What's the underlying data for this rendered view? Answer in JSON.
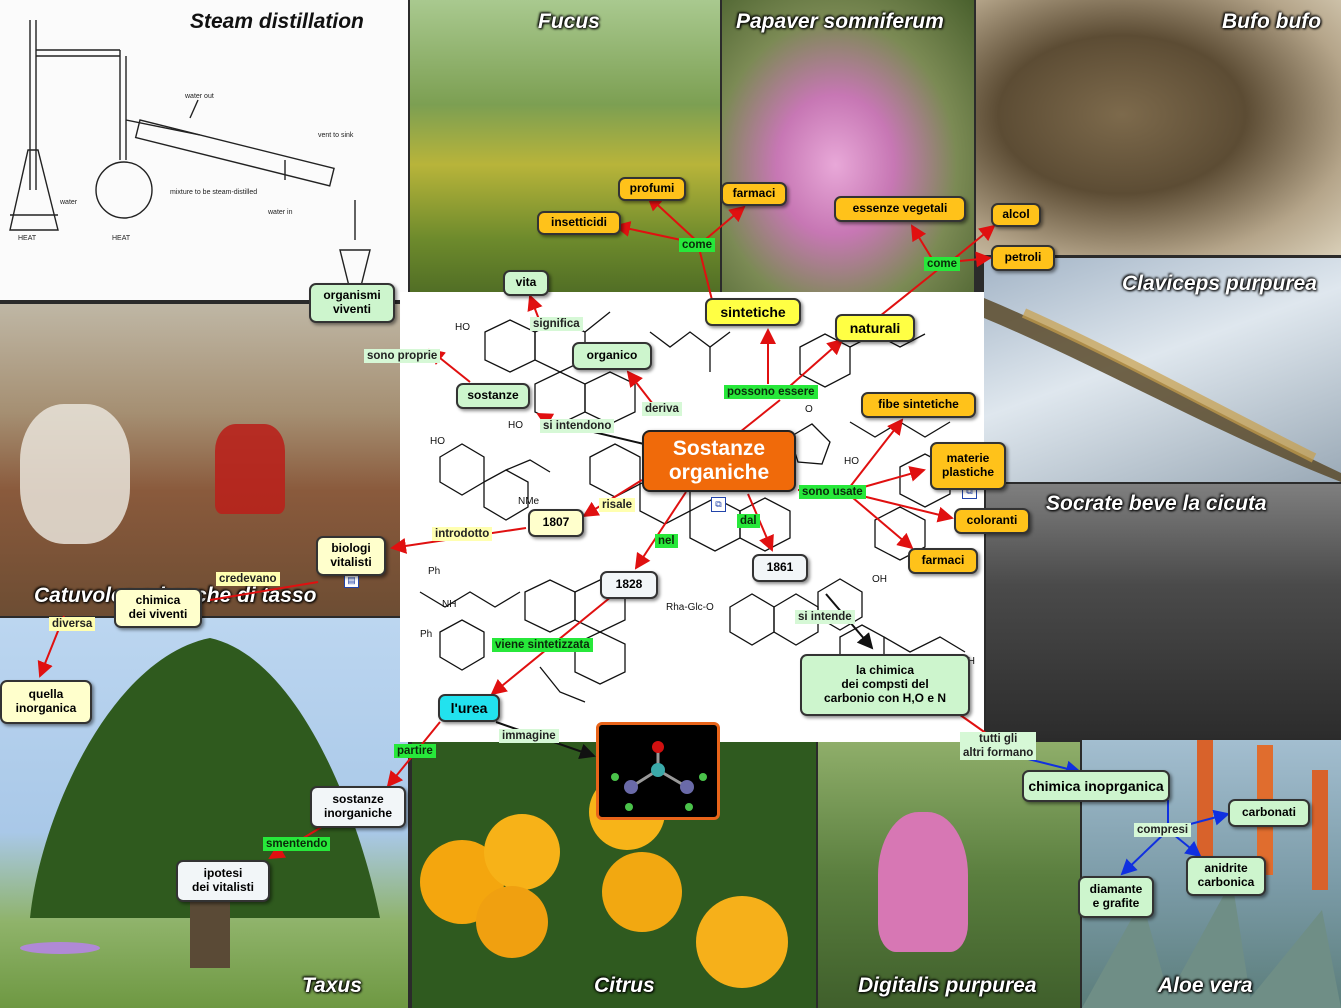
{
  "map_title": "Sostanze organiche",
  "panels": {
    "steam": "Steam distillation",
    "fucus": "Fucus",
    "papaver": "Papaver somniferum",
    "bufo": "Bufo bufo",
    "claviceps": "Claviceps purpurea",
    "catuvolco": "Catuvolco e bacche di tasso",
    "socrate": "Socrate beve la cicuta",
    "taxus": "Taxus",
    "citrus": "Citrus",
    "digitalis": "Digitalis purpurea",
    "aloe": "Aloe vera"
  },
  "apparatus_labels": {
    "water_out": "water out",
    "vent": "vent to sink",
    "water": "water",
    "mixture": "mixture to be\nsteam-distilled",
    "water_in": "water in",
    "heat1": "HEAT",
    "heat2": "HEAT"
  },
  "nodes": {
    "profumi": "profumi",
    "farmaci_top": "farmaci",
    "insetticidi": "insetticidi",
    "essenze": "essenze vegetali",
    "alcol": "alcol",
    "petroli": "petroli",
    "vita": "vita",
    "organismi": "organismi\nviventi",
    "sintetiche": "sintetiche",
    "naturali": "naturali",
    "organico": "organico",
    "sostanze": "sostanze",
    "fibre": "fibe sintetiche",
    "materie": "materie\nplastiche",
    "coloranti": "coloranti",
    "farmaci_right": "farmaci",
    "n1807": "1807",
    "biologi": "biologi\nvitalisti",
    "chimica_viventi": "chimica\ndei viventi",
    "inorganica": "quella\ninorganica",
    "n1828": "1828",
    "n1861": "1861",
    "chimica_carbonio": "la chimica\ndei compsti del\ncarbonio con H,O e N",
    "urea": "l'urea",
    "sost_inorg": "sostanze\ninorganiche",
    "ipotesi": "ipotesi\ndei vitalisti",
    "chimica_inorg": "chimica inoprganica",
    "carbonati": "carbonati",
    "anidrite": "anidrite\ncarbonica",
    "diamante": "diamante\ne grafite"
  },
  "links": {
    "come1": "come",
    "come2": "come",
    "significa": "significa",
    "sono_proprie": "sono proprie",
    "possono": "possono essere",
    "deriva": "deriva",
    "si_intendono": "si intendono",
    "sono_usate": "sono usate",
    "risale": "risale",
    "introdotto": "introdotto",
    "nel": "nel",
    "dal": "dal",
    "credevano": "credevano",
    "diversa": "diversa",
    "si_intende": "si intende",
    "viene_sint": "viene sintetizzata",
    "immagine": "immagine",
    "partire": "partire",
    "smentendo": "smentendo",
    "tutti": "tutti gli\naltri formano",
    "compresi": "compresi"
  },
  "structure_labels": {
    "ho1": "HO",
    "ho2": "HO",
    "ho3": "HO",
    "nme": "NMe",
    "ph1": "Ph",
    "ph2": "Ph",
    "nh": "NH",
    "rha": "Rha-Glc-O",
    "oh1": "OH",
    "oh2": "OH",
    "o1": "O",
    "ho4": "HO"
  },
  "colors": {
    "node_orange": "#ffc21a",
    "node_yellow": "#ffff44",
    "node_green": "#cdf5cd",
    "center": "#f06a0a",
    "link_green": "#27e83a",
    "arrow_red": "#e01010",
    "arrow_blue": "#1030e0"
  }
}
